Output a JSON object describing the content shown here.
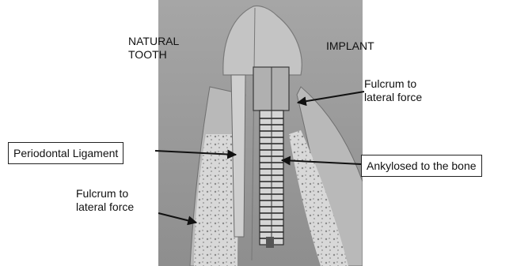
{
  "figure": {
    "labels": {
      "natural_tooth": "NATURAL\nTOOTH",
      "implant": "IMPLANT",
      "fulcrum_implant": "Fulcrum to\nlateral force",
      "fulcrum_tooth": "Fulcrum to\nlateral force",
      "periodontal_ligament": "Periodontal Ligament",
      "ankylosed": "Ankylosed to the bone"
    }
  }
}
